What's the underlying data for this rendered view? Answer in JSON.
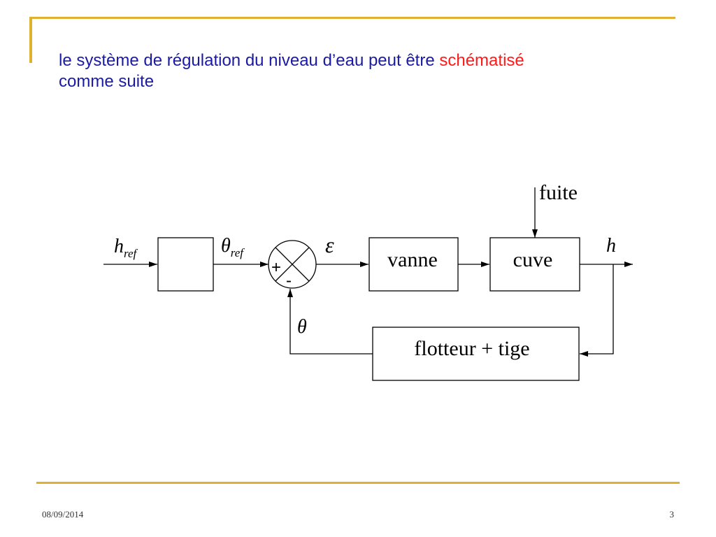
{
  "slide": {
    "title_part1": "le système de régulation du niveau d’eau peut être ",
    "title_highlight": "schématisé",
    "title_part2": "comme suite",
    "date": "08/09/2014",
    "page_number": "3"
  },
  "colors": {
    "accent": "#e0b030",
    "title_text": "#1a1aa6",
    "highlight": "#ff1a1a"
  },
  "diagram": {
    "input_symbol": "h",
    "input_sub": "ref",
    "theta_ref_symbol": "θ",
    "theta_ref_sub": "ref",
    "plus_sign": "+",
    "minus_sign": "-",
    "error_symbol": "ε",
    "valve_label": "vanne",
    "tank_label": "cuve",
    "disturbance_label": "fuite",
    "output_symbol": "h",
    "feedback_symbol": "θ",
    "sensor_label": "flotteur + tige"
  }
}
